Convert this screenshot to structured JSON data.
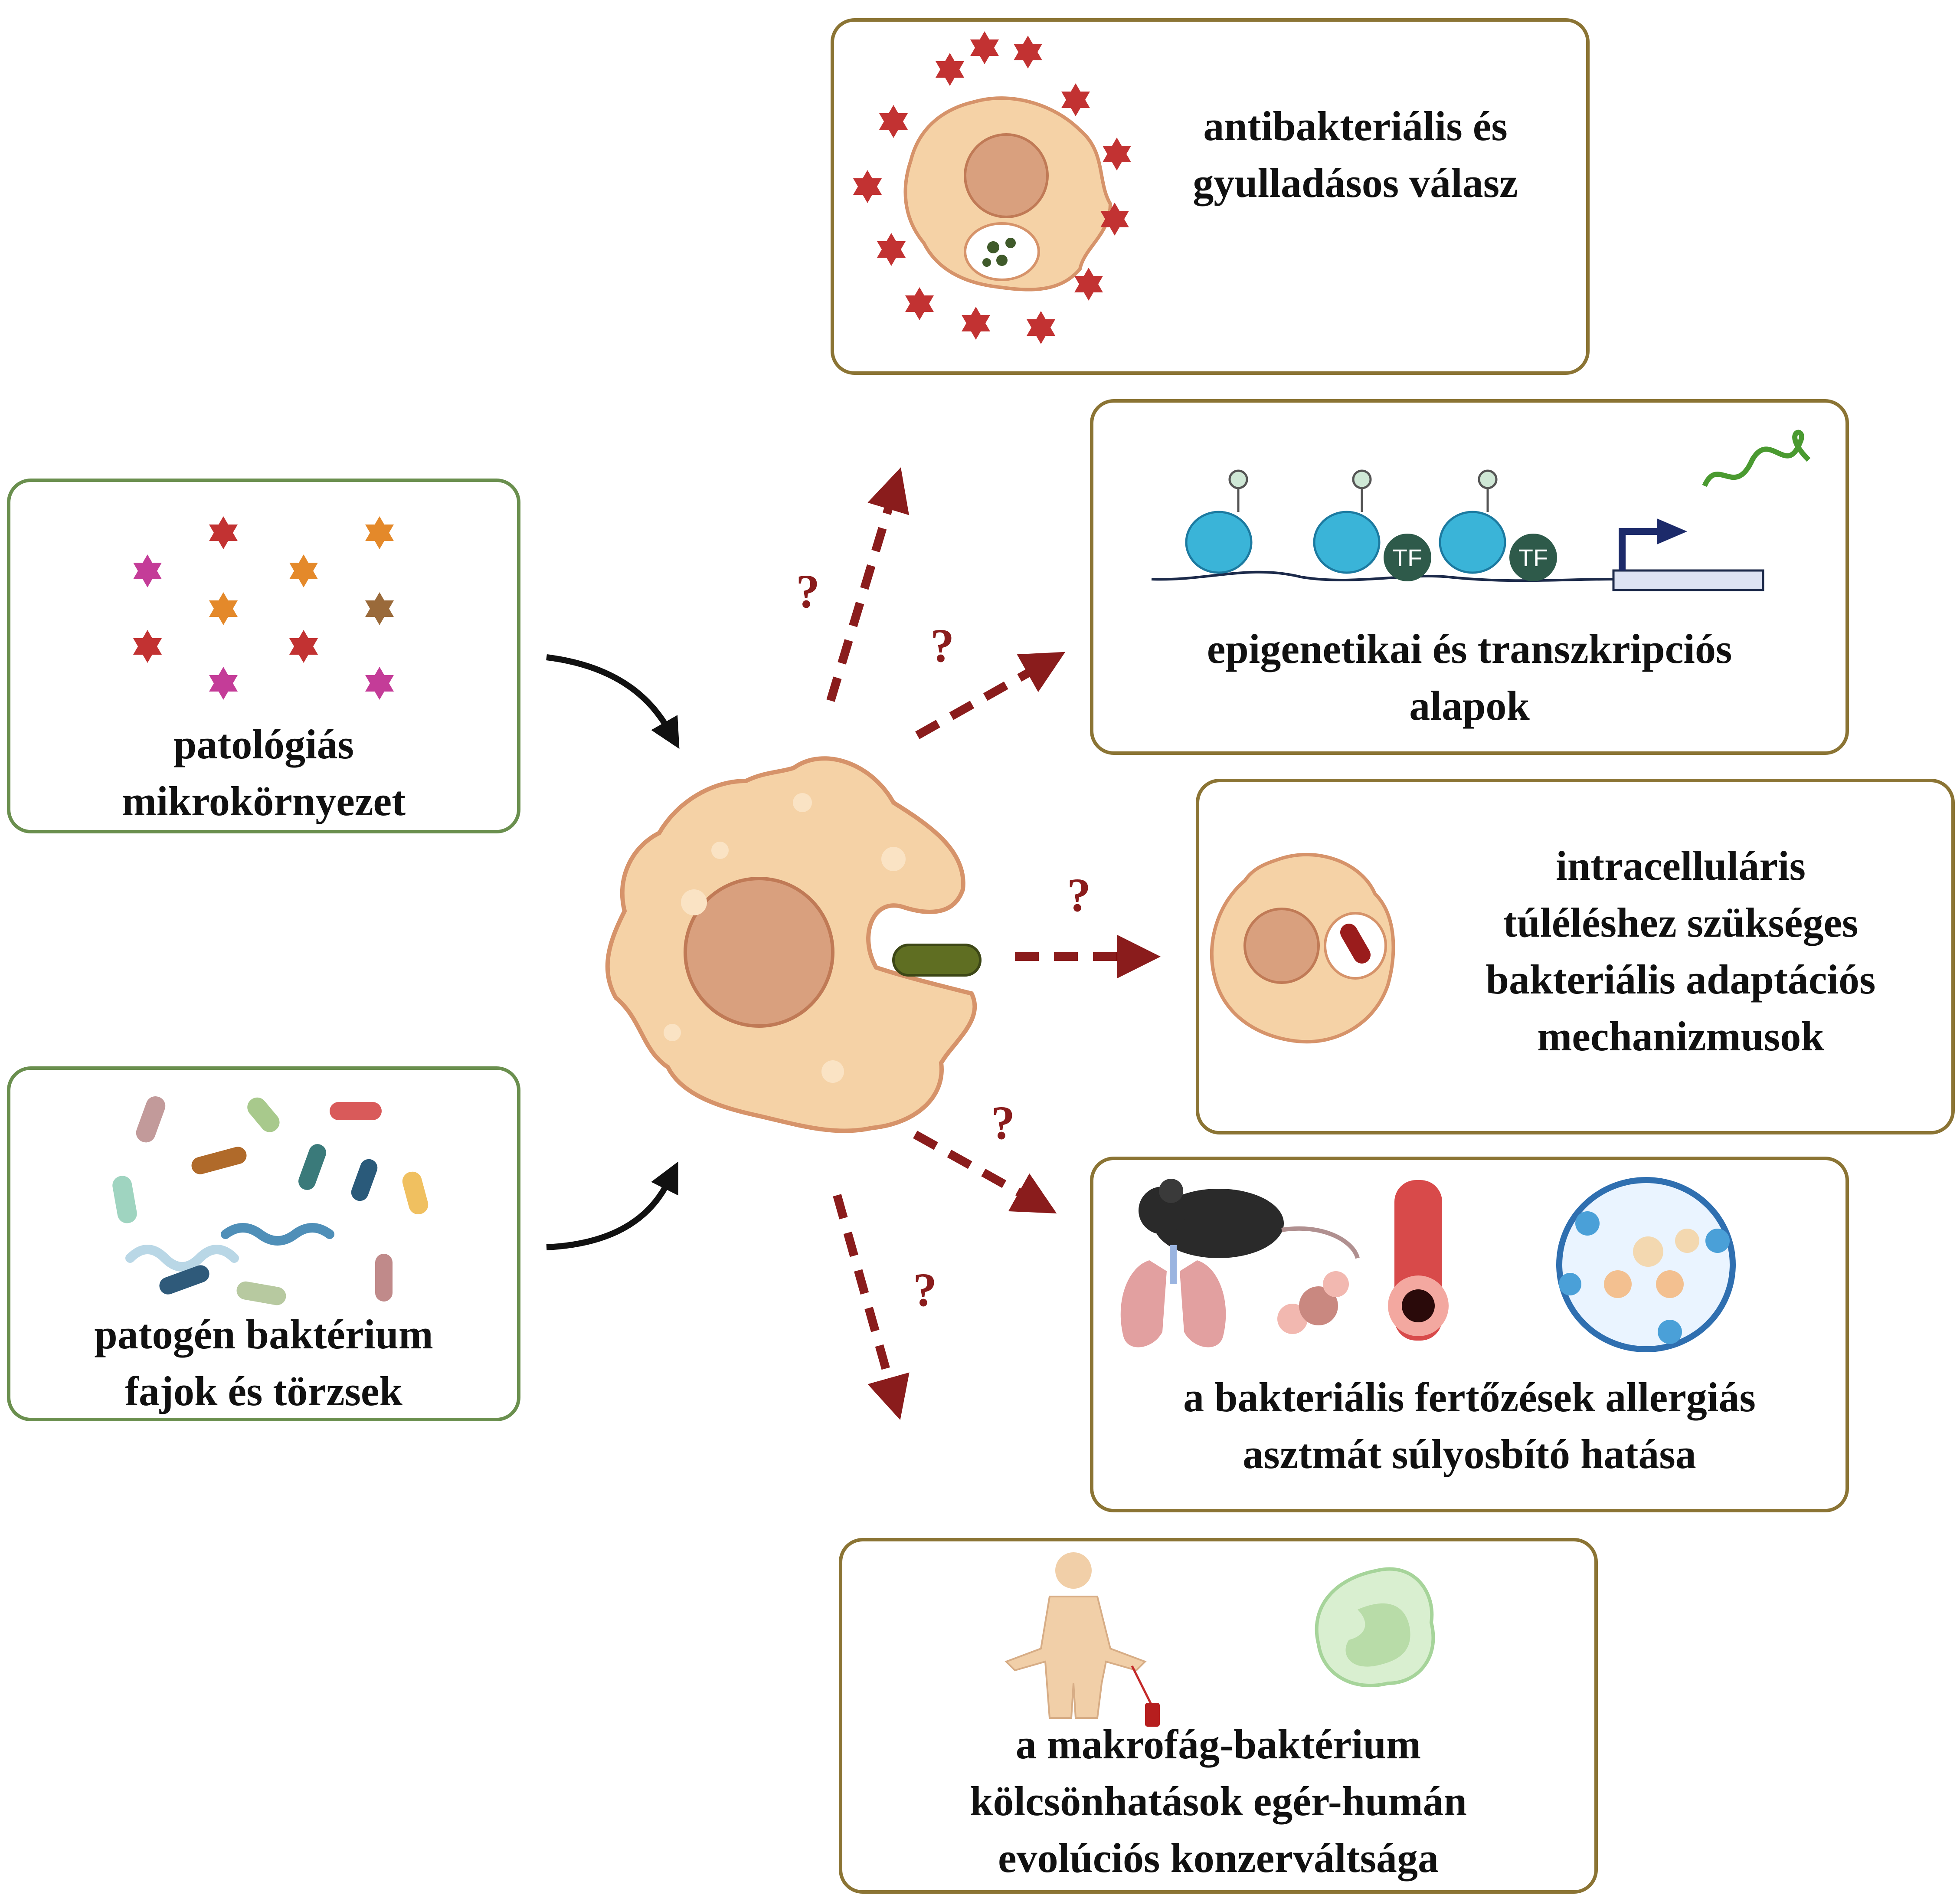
{
  "inputs": {
    "microenvironment_label": "patológiás\nmikrokörnyezet",
    "bacteria_label": "patogén baktérium\nfajok és törzsek"
  },
  "outputs": {
    "antibacterial_label": "antibakteriális és\ngyulladásos válasz",
    "epigenetic_label": "epigenetikai és transzkripciós\nalapok",
    "epigenetic_tf_label": "TF",
    "intracellular_label": "intracelluláris\ntúléléshez szükséges\nbakteriális adaptációs\nmechanizmusok",
    "asthma_label": "a bakteriális fertőzések allergiás\nasztmát súlyosbító hatása",
    "evolution_label": "a makrofág-baktérium\nkölcsönhatások egér-humán\nevolúciós konzerváltsága"
  },
  "arrows": {
    "question_mark": "?"
  },
  "colors": {
    "output_box_border": "#8b7434",
    "input_box_border": "#6a8f4e",
    "dashed_arrow": "#8a1c1c",
    "solid_arrow": "#111111",
    "macrophage_fill": "#f5d2a6",
    "macrophage_outline": "#d6936a",
    "nucleus": "#d9a07e",
    "bacterium_green": "#5f6e22"
  }
}
